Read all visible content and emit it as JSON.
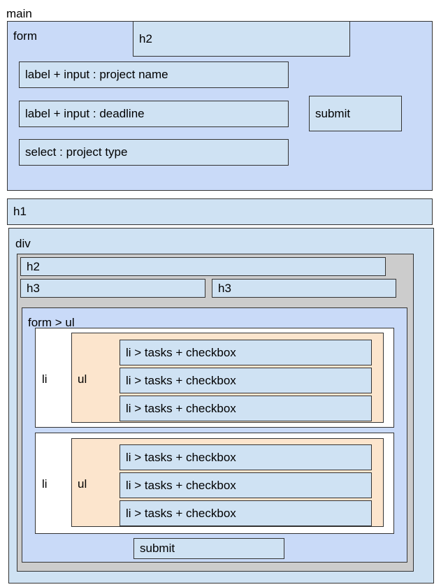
{
  "main_label": "main",
  "form_section": {
    "form_label": "form",
    "h2": "h2",
    "project_name": "label + input : project name",
    "deadline": "label + input : deadline",
    "submit": "submit",
    "project_type": "select : project type"
  },
  "h1": "h1",
  "div_section": {
    "div_label": "div",
    "h2": "h2",
    "h3_left": "h3",
    "h3_right": "h3",
    "form_ul_label": "form > ul",
    "groups": [
      {
        "li_label": "li",
        "ul_label": "ul",
        "items": [
          "li > tasks + checkbox",
          "li > tasks + checkbox",
          "li > tasks + checkbox"
        ]
      },
      {
        "li_label": "li",
        "ul_label": "ul",
        "items": [
          "li > tasks + checkbox",
          "li > tasks + checkbox",
          "li > tasks + checkbox"
        ]
      }
    ],
    "submit": "submit"
  },
  "colors": {
    "form_bg": "#c9daf8",
    "field_bg": "#cfe2f3",
    "gray_bg": "#cccccc",
    "ul_bg": "#fce5cd"
  }
}
